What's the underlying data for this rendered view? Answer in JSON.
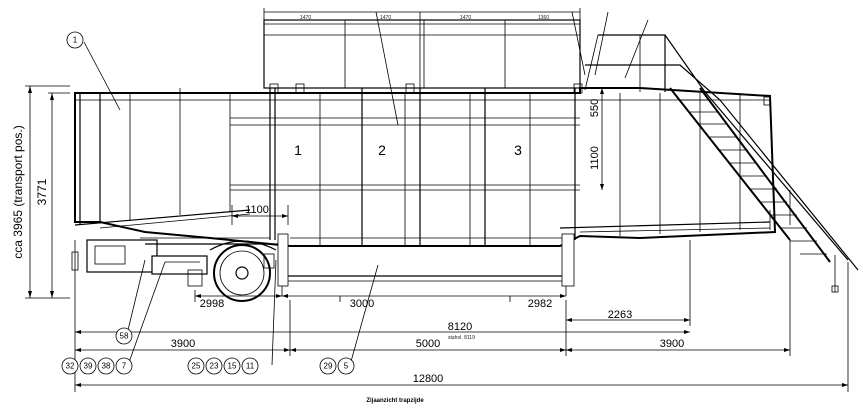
{
  "caption": "Zijaanzicht trapzijde",
  "compartments": [
    "1",
    "2",
    "3"
  ],
  "overall_note": "stahol. 8119",
  "dims": {
    "len_12800": "12800",
    "len_8120": "8120",
    "len_5000": "5000",
    "len_3900_left": "3900",
    "len_3900_right": "3900",
    "len_2998": "2998",
    "len_3000": "3000",
    "len_2982": "2982",
    "len_2263": "2263",
    "len_1100_h": "1100",
    "len_1100_v": "1100",
    "len_550": "550",
    "height_3771": "3771",
    "height_transport": "cca 3965 (transport pos.)"
  },
  "top_dims": [
    "1470",
    "1470",
    "1470",
    "1360"
  ],
  "balloons": {
    "b1": "1",
    "b58": "58",
    "b32": "32",
    "b39": "39",
    "b38": "38",
    "b7": "7",
    "b25": "25",
    "b23": "23",
    "b15": "15",
    "b11": "11",
    "b29": "29",
    "b5": "5"
  }
}
